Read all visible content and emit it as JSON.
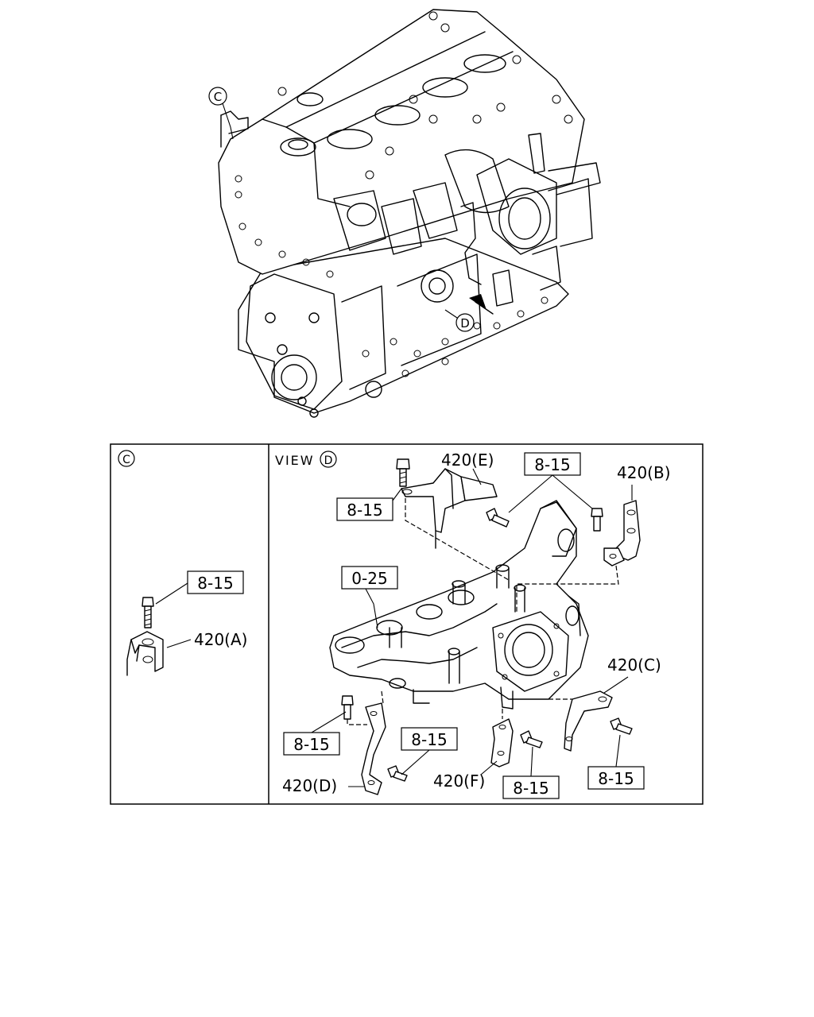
{
  "engine": {
    "callout_c": "C",
    "callout_d": "D"
  },
  "panel_c": {
    "marker": "C",
    "ref_bolt": "8-15",
    "part": "420(A)"
  },
  "panel_d": {
    "view_label": "VIEW",
    "view_marker": "D",
    "ref_manifold": "0-25",
    "ref_e_bolt": "8-15",
    "ref_top_bolts": "8-15",
    "part_e": "420(E)",
    "part_b": "420(B)",
    "part_c": "420(C)",
    "part_d": "420(D)",
    "part_f": "420(F)",
    "ref_d_bolt_a": "8-15",
    "ref_d_bolt_b": "8-15",
    "ref_f_bolt": "8-15",
    "ref_c_bolt": "8-15"
  }
}
